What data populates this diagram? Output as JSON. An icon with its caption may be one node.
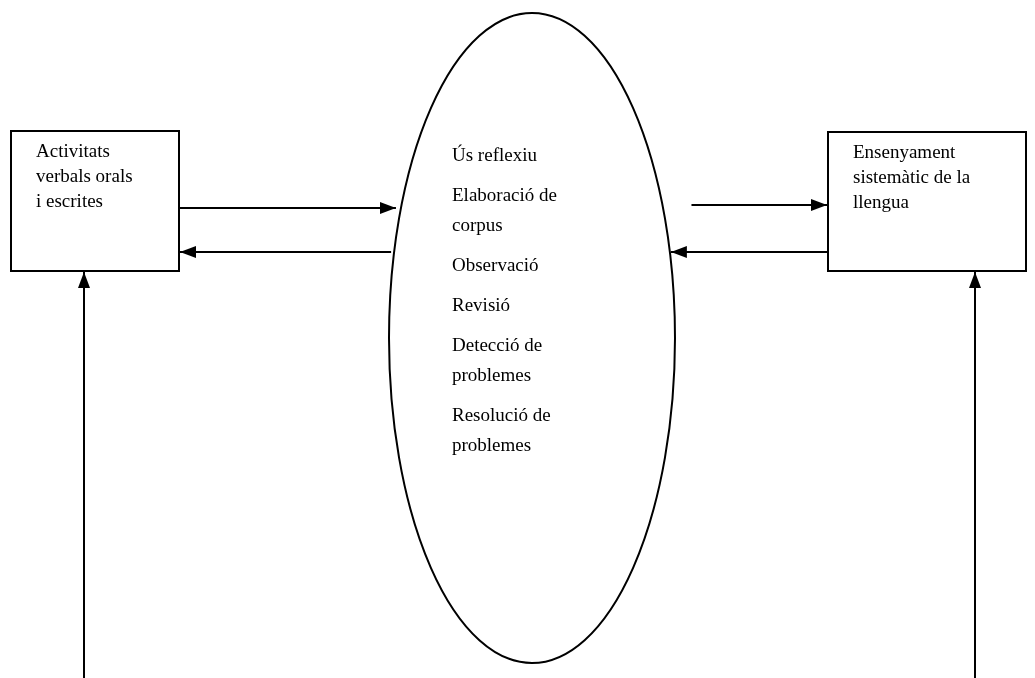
{
  "diagram": {
    "nodes": [
      {
        "text": [
          "Activitats verbals orals i escrites"
        ]
      },
      {
        "text": [
          "Ús reflexiu",
          "Elaboració de corpus",
          "Observació",
          "Revisió",
          "Detecció de problemes",
          "Resolució de problemes"
        ]
      },
      {
        "text": [
          "Ensenyament sistemàtic de la llengua"
        ]
      }
    ],
    "edges": [
      {
        "from": 0,
        "to": 1,
        "arrow": "to"
      },
      {
        "from": 1,
        "to": 0,
        "arrow": "to"
      },
      {
        "from": 1,
        "to": 2,
        "arrow": "to"
      },
      {
        "from": 2,
        "to": 1,
        "arrow": "to"
      },
      {
        "from": null,
        "to": 0,
        "arrow": "to"
      },
      {
        "from": null,
        "to": 2,
        "arrow": "to"
      }
    ]
  }
}
